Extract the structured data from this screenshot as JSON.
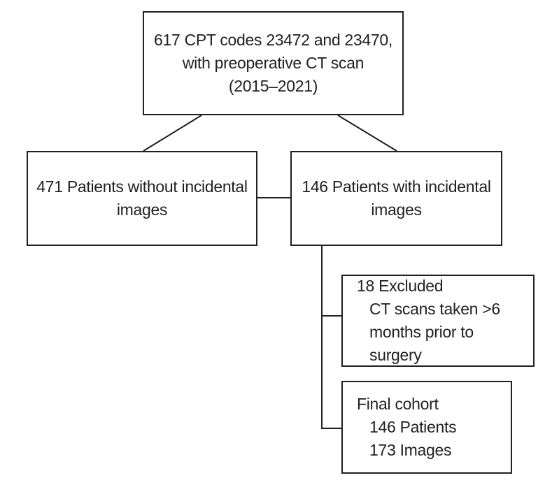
{
  "diagram": {
    "colors": {
      "background": "#ffffff",
      "line": "#231f20",
      "text": "#231f20"
    },
    "boxes": {
      "top": {
        "lines": [
          "617 CPT codes 23472 and 23470,",
          "with preoperative CT scan",
          "(2015–2021)"
        ]
      },
      "left": {
        "lines": [
          "471 Patients without incidental",
          "images"
        ]
      },
      "right": {
        "lines": [
          "146 Patients with incidental",
          "images"
        ]
      },
      "excluded": {
        "title": "18 Excluded",
        "details": [
          "CT scans taken >6",
          "months prior to surgery"
        ]
      },
      "final": {
        "title": "Final cohort",
        "details": [
          "146 Patients",
          "173 Images"
        ]
      }
    }
  }
}
